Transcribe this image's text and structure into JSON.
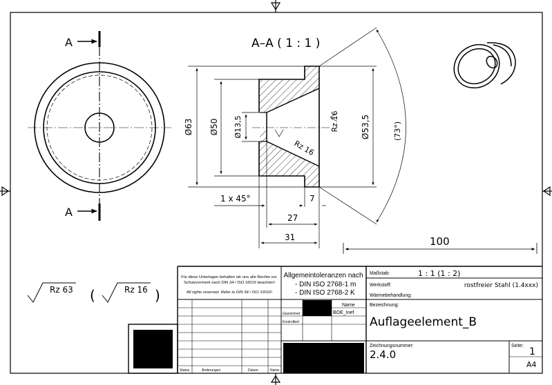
{
  "view_label": "A–A ( 1 : 1 )",
  "section_marks": [
    "A",
    "A"
  ],
  "dims": {
    "d63": "Ø63",
    "d50": "Ø50",
    "d13_5": "Ø13,5",
    "d53_5": "Ø53,5",
    "angle": "(73°)",
    "rz16_a": "Rz 16",
    "rz16_b": "Rz 16",
    "chamfer": "1 x 45°",
    "l7": "7",
    "l27": "27",
    "l31": "31",
    "scale_bar": "100"
  },
  "surface": {
    "general": "Rz 63",
    "open_paren": "(",
    "inner": "Rz 16",
    "close_paren": ")"
  },
  "title_block": {
    "notice_1": "Für diese Unterlagen behalten wir uns alle Rechte vor.",
    "notice_2": "Schutzvermerk nach DIN 34 / ISO 16016 beachten!",
    "notice_3": "All rights reserved. Refer to DIN 34 / ISO 16016!",
    "tol_title": "Allgemeintoleranzen nach",
    "tol_1": "- DIN ISO 2768-1 m",
    "tol_2": "- DIN ISO 2768-2 K",
    "name_header": "Name",
    "drawn_label": "Gezeichnet",
    "drawn_name": "BOE_Inef",
    "checked_label": "Kontrolliert",
    "status_header": "Status",
    "changes_header": "Änderungen",
    "date_header": "Datum",
    "name_col_header": "Name",
    "scale_label": "Maßstab:",
    "scale_value": "1 : 1  (1 : 2)",
    "material_label": "Werkstoff:",
    "material_value": "rostfreier Stahl (1.4xxx)",
    "heat_label": "Wärmebehandlung:",
    "designation_label": "Bezeichnung:",
    "designation_value": "Auflageelement_B",
    "drawing_no_label": "Zeichnungsnummer:",
    "drawing_no_value": "2.4.0",
    "page_label": "Seite:",
    "page_value": "1",
    "format_value": "A4"
  }
}
